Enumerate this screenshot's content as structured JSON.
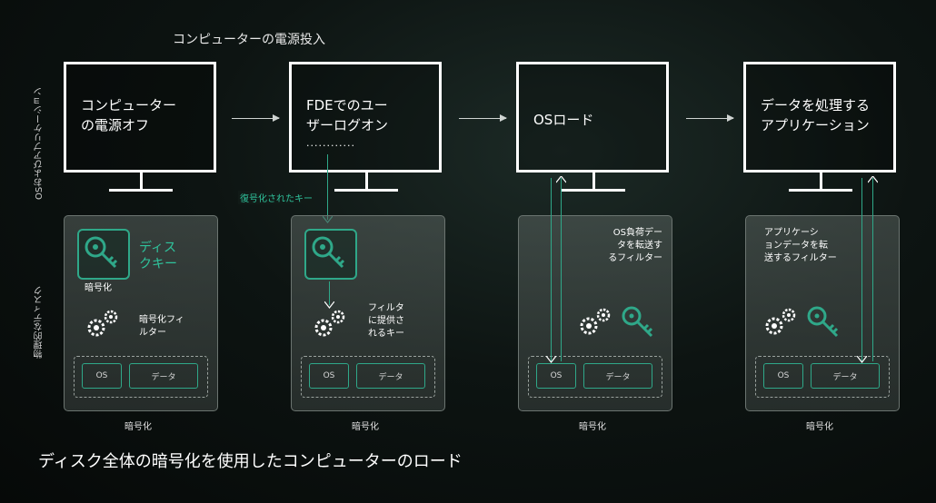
{
  "top_label": "コンピューターの電源投入",
  "side_labels": {
    "os_apps": "OSおよびアプリケーション",
    "disk": "物理的なディスク"
  },
  "monitors": [
    {
      "text": "コンピューター\nの電源オフ"
    },
    {
      "text": "FDEでのユー\nザーログオン",
      "dots": "............"
    },
    {
      "text": "OSロード"
    },
    {
      "text": "データを処理する\nアプリケーション"
    }
  ],
  "decrypted_key_label": "復号化されたキー",
  "disks": [
    {
      "caption": "暗号化",
      "key_title": "ディス\nクキー",
      "key_sub": "暗号化",
      "filter_text": "暗号化フィ\nルター",
      "slot_os": "OS",
      "slot_data": "データ"
    },
    {
      "caption": "暗号化",
      "filter_text": "フィルタ\nに提供さ\nれるキー",
      "slot_os": "OS",
      "slot_data": "データ"
    },
    {
      "caption": "暗号化",
      "filter_text": "OS負荷デー\nタを転送す\nるフィルター",
      "slot_os": "OS",
      "slot_data": "データ"
    },
    {
      "caption": "暗号化",
      "filter_text": "アプリケーシ\nョンデータを転\n送するフィルター",
      "slot_os": "OS",
      "slot_data": "データ"
    }
  ],
  "title": "ディスク全体の暗号化を使用したコンピューターのロード",
  "colors": {
    "accent": "#2fa889",
    "accent_text": "#2fc39c"
  }
}
